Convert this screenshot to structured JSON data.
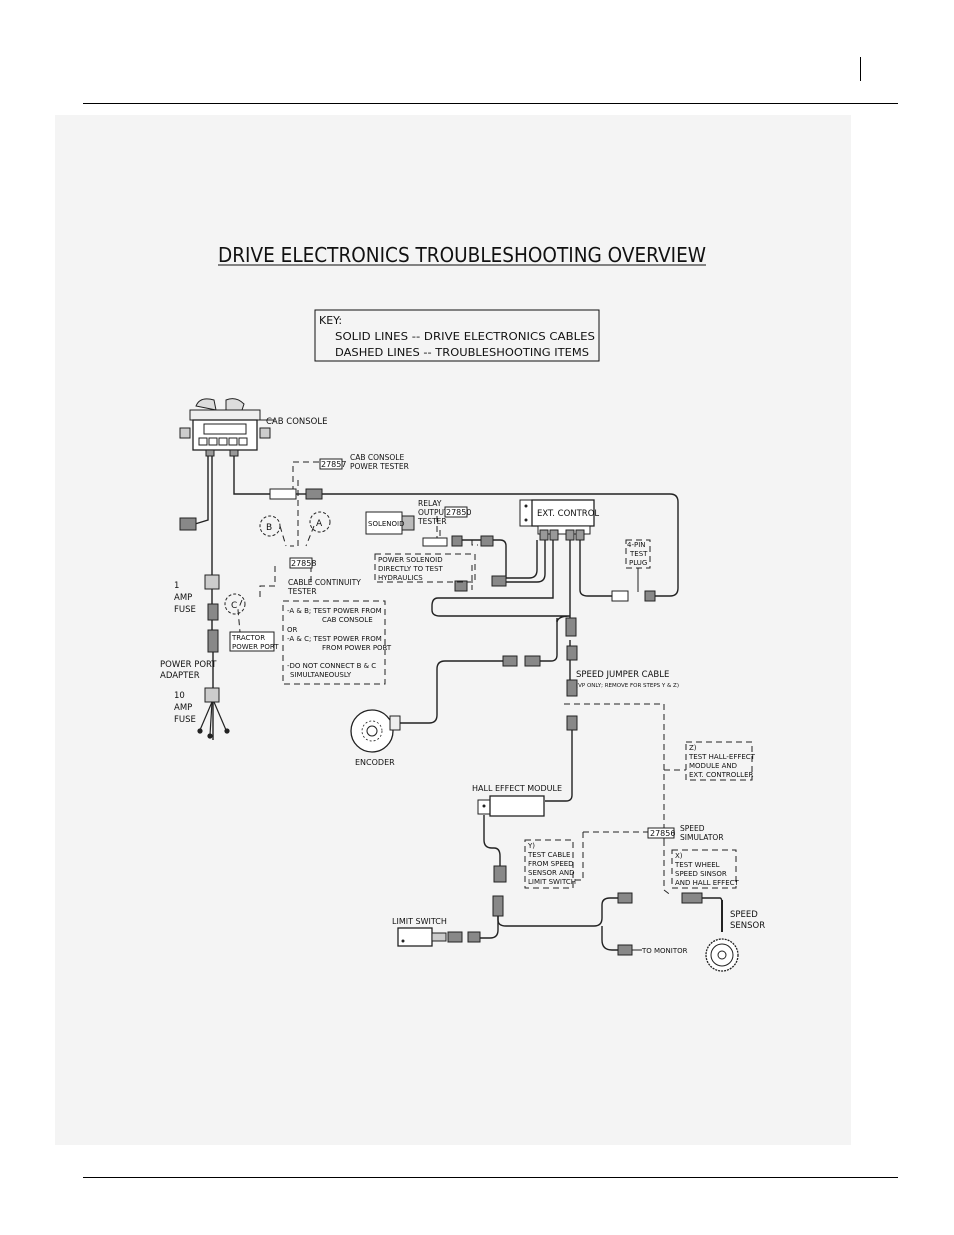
{
  "title": "DRIVE ELECTRONICS TROUBLESHOOTING OVERVIEW",
  "key": {
    "heading": "KEY:",
    "solid": "SOLID LINES -- DRIVE ELECTRONICS CABLES",
    "dashed": "DASHED LINES -- TROUBLESHOOTING ITEMS"
  },
  "labels": {
    "cab_console": "CAB CONSOLE",
    "cab_tester_num": "27857",
    "cab_tester_1": "CAB CONSOLE",
    "cab_tester_2": "POWER TESTER",
    "relay_1": "RELAY",
    "relay_2": "OUTPUT",
    "relay_3": "TESTER",
    "relay_num": "27850",
    "solenoid": "SOLENOID",
    "ext_control": "EXT. CONTROL",
    "pin_1": "4-PIN",
    "pin_2": "TEST",
    "pin_3": "PLUG",
    "power_sol_1": "POWER SOLENOID",
    "power_sol_2": "DIRECTLY TO TEST",
    "power_sol_3": "HYDRAULICS",
    "circle_b": "B",
    "circle_a": "A",
    "circle_c": "C",
    "cont_num": "27858",
    "cont_1": "CABLE CONTINUITY",
    "cont_2": "TESTER",
    "fuse1_1": "1",
    "fuse1_2": "AMP",
    "fuse1_3": "FUSE",
    "tractor_1": "TRACTOR",
    "tractor_2": "POWER PORT",
    "notes_1": "-A & B; TEST POWER FROM",
    "notes_2": "CAB CONSOLE",
    "notes_3": "OR",
    "notes_4": "-A & C; TEST POWER FROM",
    "notes_5": "FROM POWER PORT",
    "notes_6": "-DO NOT CONNECT B & C",
    "notes_7": "SIMULTANEOUSLY",
    "ppa_1": "POWER PORT",
    "ppa_2": "ADAPTER",
    "fuse10_1": "10",
    "fuse10_2": "AMP",
    "fuse10_3": "FUSE",
    "jumper": "SPEED JUMPER CABLE",
    "jumper_note": "(VP ONLY; REMOVE FOR STEPS Y & Z)",
    "encoder": "ENCODER",
    "z_1": "Z)",
    "z_2": "TEST HALL-EFFECT",
    "z_3": "MODULE AND",
    "z_4": "EXT. CONTROLLER",
    "hall": "HALL EFFECT MODULE",
    "sim_num": "27856",
    "sim_1": "SPEED",
    "sim_2": "SIMULATOR",
    "y_1": "Y)",
    "y_2": "TEST CABLE",
    "y_3": "FROM SPEED",
    "y_4": "SENSOR AND",
    "y_5": "LIMIT SWITCH",
    "x_1": "X)",
    "x_2": "TEST WHEEL",
    "x_3": "SPEED SINSOR",
    "x_4": "AND HALL EFFECT",
    "speed_sensor_1": "SPEED",
    "speed_sensor_2": "SENSOR",
    "limit_switch": "LIMIT SWITCH",
    "to_monitor": "TO MONITOR"
  }
}
